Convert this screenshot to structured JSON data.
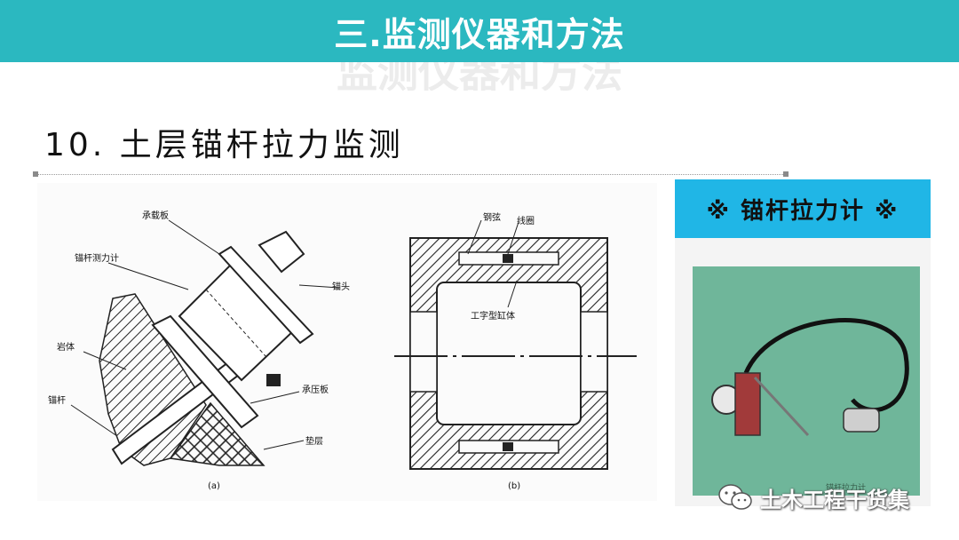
{
  "header": {
    "title": "三.监测仪器和方法",
    "ghost_title": "监测仪器和方法"
  },
  "subtitle": "10. 土层锚杆拉力监测",
  "figure_a": {
    "labels": {
      "bearing_plate": "承载板",
      "force_meter": "锚杆测力计",
      "anchor_head": "锚头",
      "rock": "岩体",
      "anchor_rod": "锚杆",
      "pressure_plate": "承压板",
      "cushion": "垫层"
    },
    "caption": "(a)"
  },
  "figure_b": {
    "labels": {
      "steel_string": "钢弦",
      "coil": "线圈",
      "i_cylinder": "工字型缸体"
    },
    "caption": "(b)"
  },
  "gauge_panel": {
    "title": "※ 锚杆拉力计 ※",
    "photo_caption": "锚杆拉力计"
  },
  "watermark": {
    "text": "土木工程干货集",
    "icon": "wechat-icon"
  },
  "colors": {
    "header": "#2bb8c0",
    "gauge_header": "#20b6e6",
    "photo_bg": "#6fb69a"
  }
}
